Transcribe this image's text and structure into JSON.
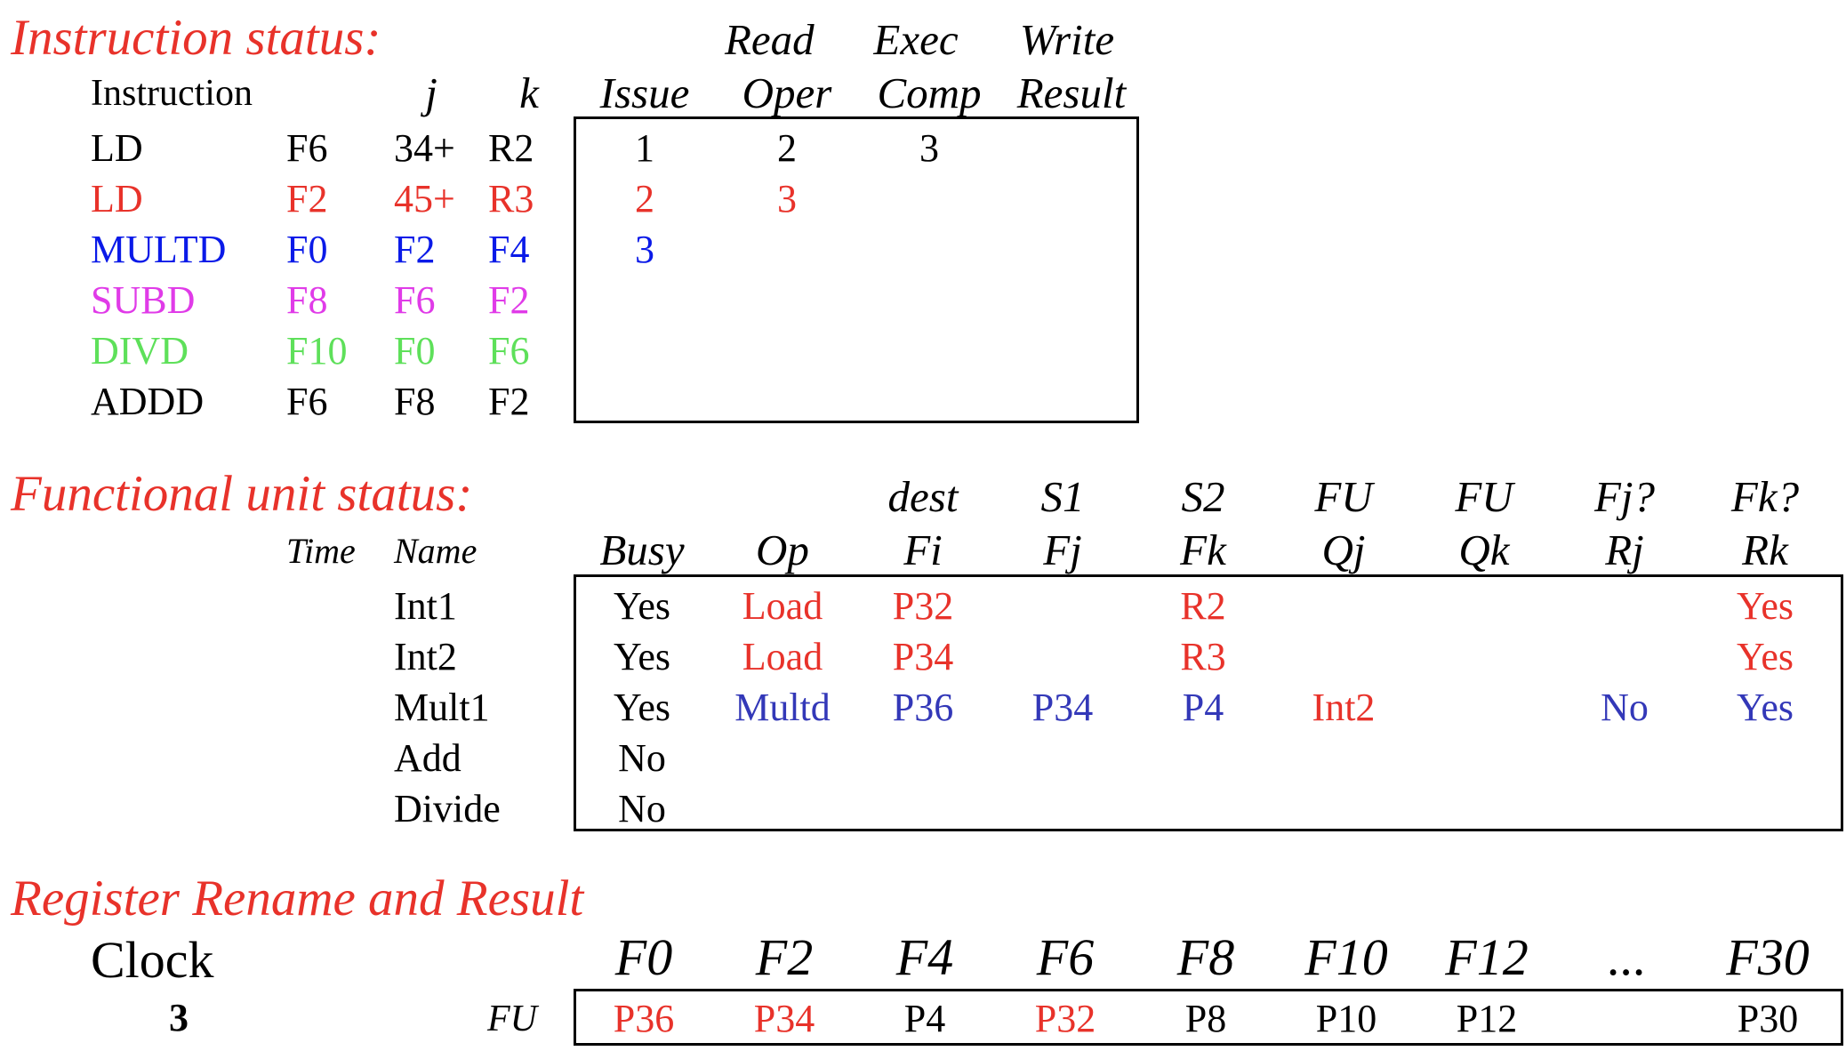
{
  "colors": {
    "section_title": "#e8322a",
    "red": "#e8322a",
    "blue": "#0a1ae8",
    "slate_blue": "#3338b8",
    "magenta": "#e03be8",
    "green": "#5ee05a",
    "black": "#000000"
  },
  "instruction_status": {
    "title": "Instruction status:",
    "headers": {
      "instruction": "Instruction",
      "j": "j",
      "k": "k",
      "issue": "Issue",
      "read_top": "Read",
      "read_bottom": "Oper",
      "exec_top": "Exec",
      "exec_bottom": "Comp",
      "write_top": "Write",
      "write_bottom": "Result"
    },
    "rows": [
      {
        "op": "LD",
        "dest": "F6",
        "j": "34+",
        "k": "R2",
        "issue": "1",
        "read": "2",
        "exec": "3",
        "write": "",
        "color": "#000000"
      },
      {
        "op": "LD",
        "dest": "F2",
        "j": "45+",
        "k": "R3",
        "issue": "2",
        "read": "3",
        "exec": "",
        "write": "",
        "color": "#e8322a"
      },
      {
        "op": "MULTD",
        "dest": "F0",
        "j": "F2",
        "k": "F4",
        "issue": "3",
        "read": "",
        "exec": "",
        "write": "",
        "color": "#0a1ae8"
      },
      {
        "op": "SUBD",
        "dest": "F8",
        "j": "F6",
        "k": "F2",
        "issue": "",
        "read": "",
        "exec": "",
        "write": "",
        "color": "#e03be8"
      },
      {
        "op": "DIVD",
        "dest": "F10",
        "j": "F0",
        "k": "F6",
        "issue": "",
        "read": "",
        "exec": "",
        "write": "",
        "color": "#5ee05a"
      },
      {
        "op": "ADDD",
        "dest": "F6",
        "j": "F8",
        "k": "F2",
        "issue": "",
        "read": "",
        "exec": "",
        "write": "",
        "color": "#000000"
      }
    ]
  },
  "functional_unit_status": {
    "title": "Functional unit status:",
    "headers": {
      "time": "Time",
      "name": "Name",
      "busy": "Busy",
      "op": "Op",
      "fi_top": "dest",
      "fi": "Fi",
      "fj_top": "S1",
      "fj": "Fj",
      "fk_top": "S2",
      "fk": "Fk",
      "qj_top": "FU",
      "qj": "Qj",
      "qk_top": "FU",
      "qk": "Qk",
      "rj_top": "Fj?",
      "rj": "Rj",
      "rk_top": "Fk?",
      "rk": "Rk"
    },
    "rows": [
      {
        "name": "Int1",
        "busy": "Yes",
        "op": "Load",
        "fi": "P32",
        "fj": "",
        "fk": "R2",
        "qj": "",
        "qk": "",
        "rj": "",
        "rk": "Yes",
        "color": "#e8322a",
        "qj_color": "#e8322a"
      },
      {
        "name": "Int2",
        "busy": "Yes",
        "op": "Load",
        "fi": "P34",
        "fj": "",
        "fk": "R3",
        "qj": "",
        "qk": "",
        "rj": "",
        "rk": "Yes",
        "color": "#e8322a",
        "qj_color": "#e8322a"
      },
      {
        "name": "Mult1",
        "busy": "Yes",
        "op": "Multd",
        "fi": "P36",
        "fj": "P34",
        "fk": "P4",
        "qj": "Int2",
        "qk": "",
        "rj": "No",
        "rk": "Yes",
        "color": "#3338b8",
        "qj_color": "#e8322a"
      },
      {
        "name": "Add",
        "busy": "No",
        "op": "",
        "fi": "",
        "fj": "",
        "fk": "",
        "qj": "",
        "qk": "",
        "rj": "",
        "rk": "",
        "color": "#000000",
        "qj_color": "#000000"
      },
      {
        "name": "Divide",
        "busy": "No",
        "op": "",
        "fi": "",
        "fj": "",
        "fk": "",
        "qj": "",
        "qk": "",
        "rj": "",
        "rk": "",
        "color": "#000000",
        "qj_color": "#000000"
      }
    ]
  },
  "register_rename": {
    "title": "Register Rename and Result",
    "clock_label": "Clock",
    "clock_value": "3",
    "fu_label": "FU",
    "registers": [
      "F0",
      "F2",
      "F4",
      "F6",
      "F8",
      "F10",
      "F12",
      "...",
      "F30"
    ],
    "values": [
      {
        "v": "P36",
        "color": "#e8322a"
      },
      {
        "v": "P34",
        "color": "#e8322a"
      },
      {
        "v": "P4",
        "color": "#000000"
      },
      {
        "v": "P32",
        "color": "#e8322a"
      },
      {
        "v": "P8",
        "color": "#000000"
      },
      {
        "v": "P10",
        "color": "#000000"
      },
      {
        "v": "P12",
        "color": "#000000"
      },
      {
        "v": "",
        "color": "#000000"
      },
      {
        "v": "P30",
        "color": "#000000"
      }
    ]
  }
}
